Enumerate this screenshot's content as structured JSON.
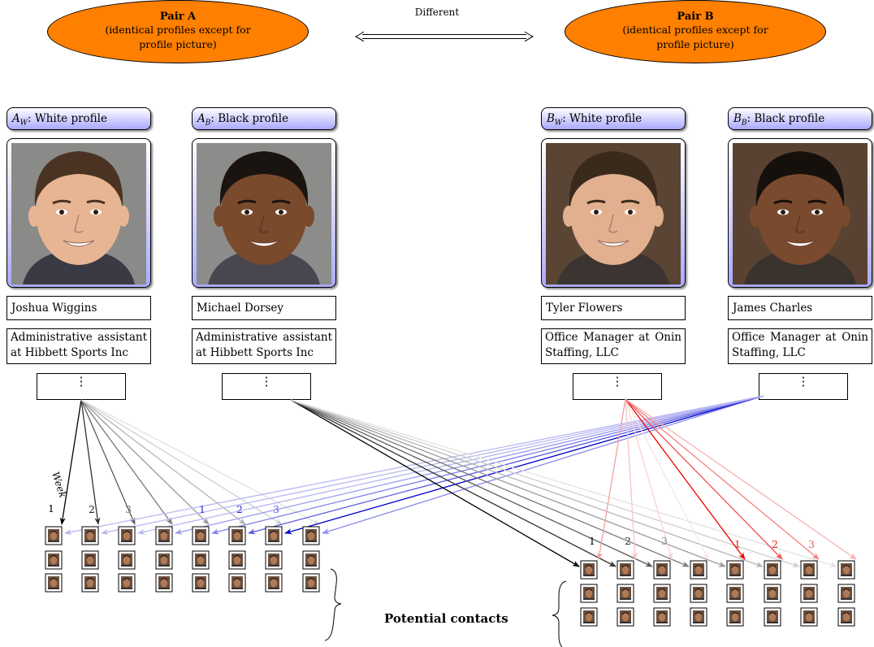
{
  "pairs": {
    "a": {
      "title": "Pair A",
      "subtitle_line1": "(identical profiles except for",
      "subtitle_line2": "profile picture)"
    },
    "b": {
      "title": "Pair B",
      "subtitle_line1": "(identical profiles except for",
      "subtitle_line2": "profile picture)"
    },
    "relation": "Different"
  },
  "profiles": [
    {
      "id": "A_W",
      "var": "A",
      "sub": "W",
      "label": ": White profile",
      "name": "Joshua Wiggins",
      "job": "Administrative assistant at Hibbett Sports Inc",
      "skin": "#e8b594",
      "hair": "#4a3322",
      "bg": "#8a8a88",
      "shirt": "#3a3a44"
    },
    {
      "id": "A_B",
      "var": "A",
      "sub": "B",
      "label": ": Black profile",
      "name": "Michael Dorsey",
      "job": "Administrative assistant at Hibbett Sports Inc",
      "skin": "#7a4a2c",
      "hair": "#1a1410",
      "bg": "#8c8c8a",
      "shirt": "#4a4650"
    },
    {
      "id": "B_W",
      "var": "B",
      "sub": "W",
      "label": ": White profile",
      "name": "Tyler Flowers",
      "job": "Office Manager at Onin Staffing, LLC",
      "skin": "#e2b08e",
      "hair": "#3a2a1c",
      "bg": "#5a4434",
      "shirt": "#3c3430"
    },
    {
      "id": "B_B",
      "var": "B",
      "sub": "B",
      "label": ": Black profile",
      "name": "James Charles",
      "job": "Office Manager at Onin Staffing, LLC",
      "skin": "#7a4a2e",
      "hair": "#15100c",
      "bg": "#5a4232",
      "shirt": "#3a322c"
    }
  ],
  "ellipsis": "⋮",
  "week_label": "Week",
  "week_numbers": [
    "1",
    "2",
    "3"
  ],
  "contacts_label": "Potential contacts",
  "colors": {
    "orange": "#ff7f00",
    "blue": "#0000cc",
    "red": "#ee0000",
    "black": "#000000"
  }
}
